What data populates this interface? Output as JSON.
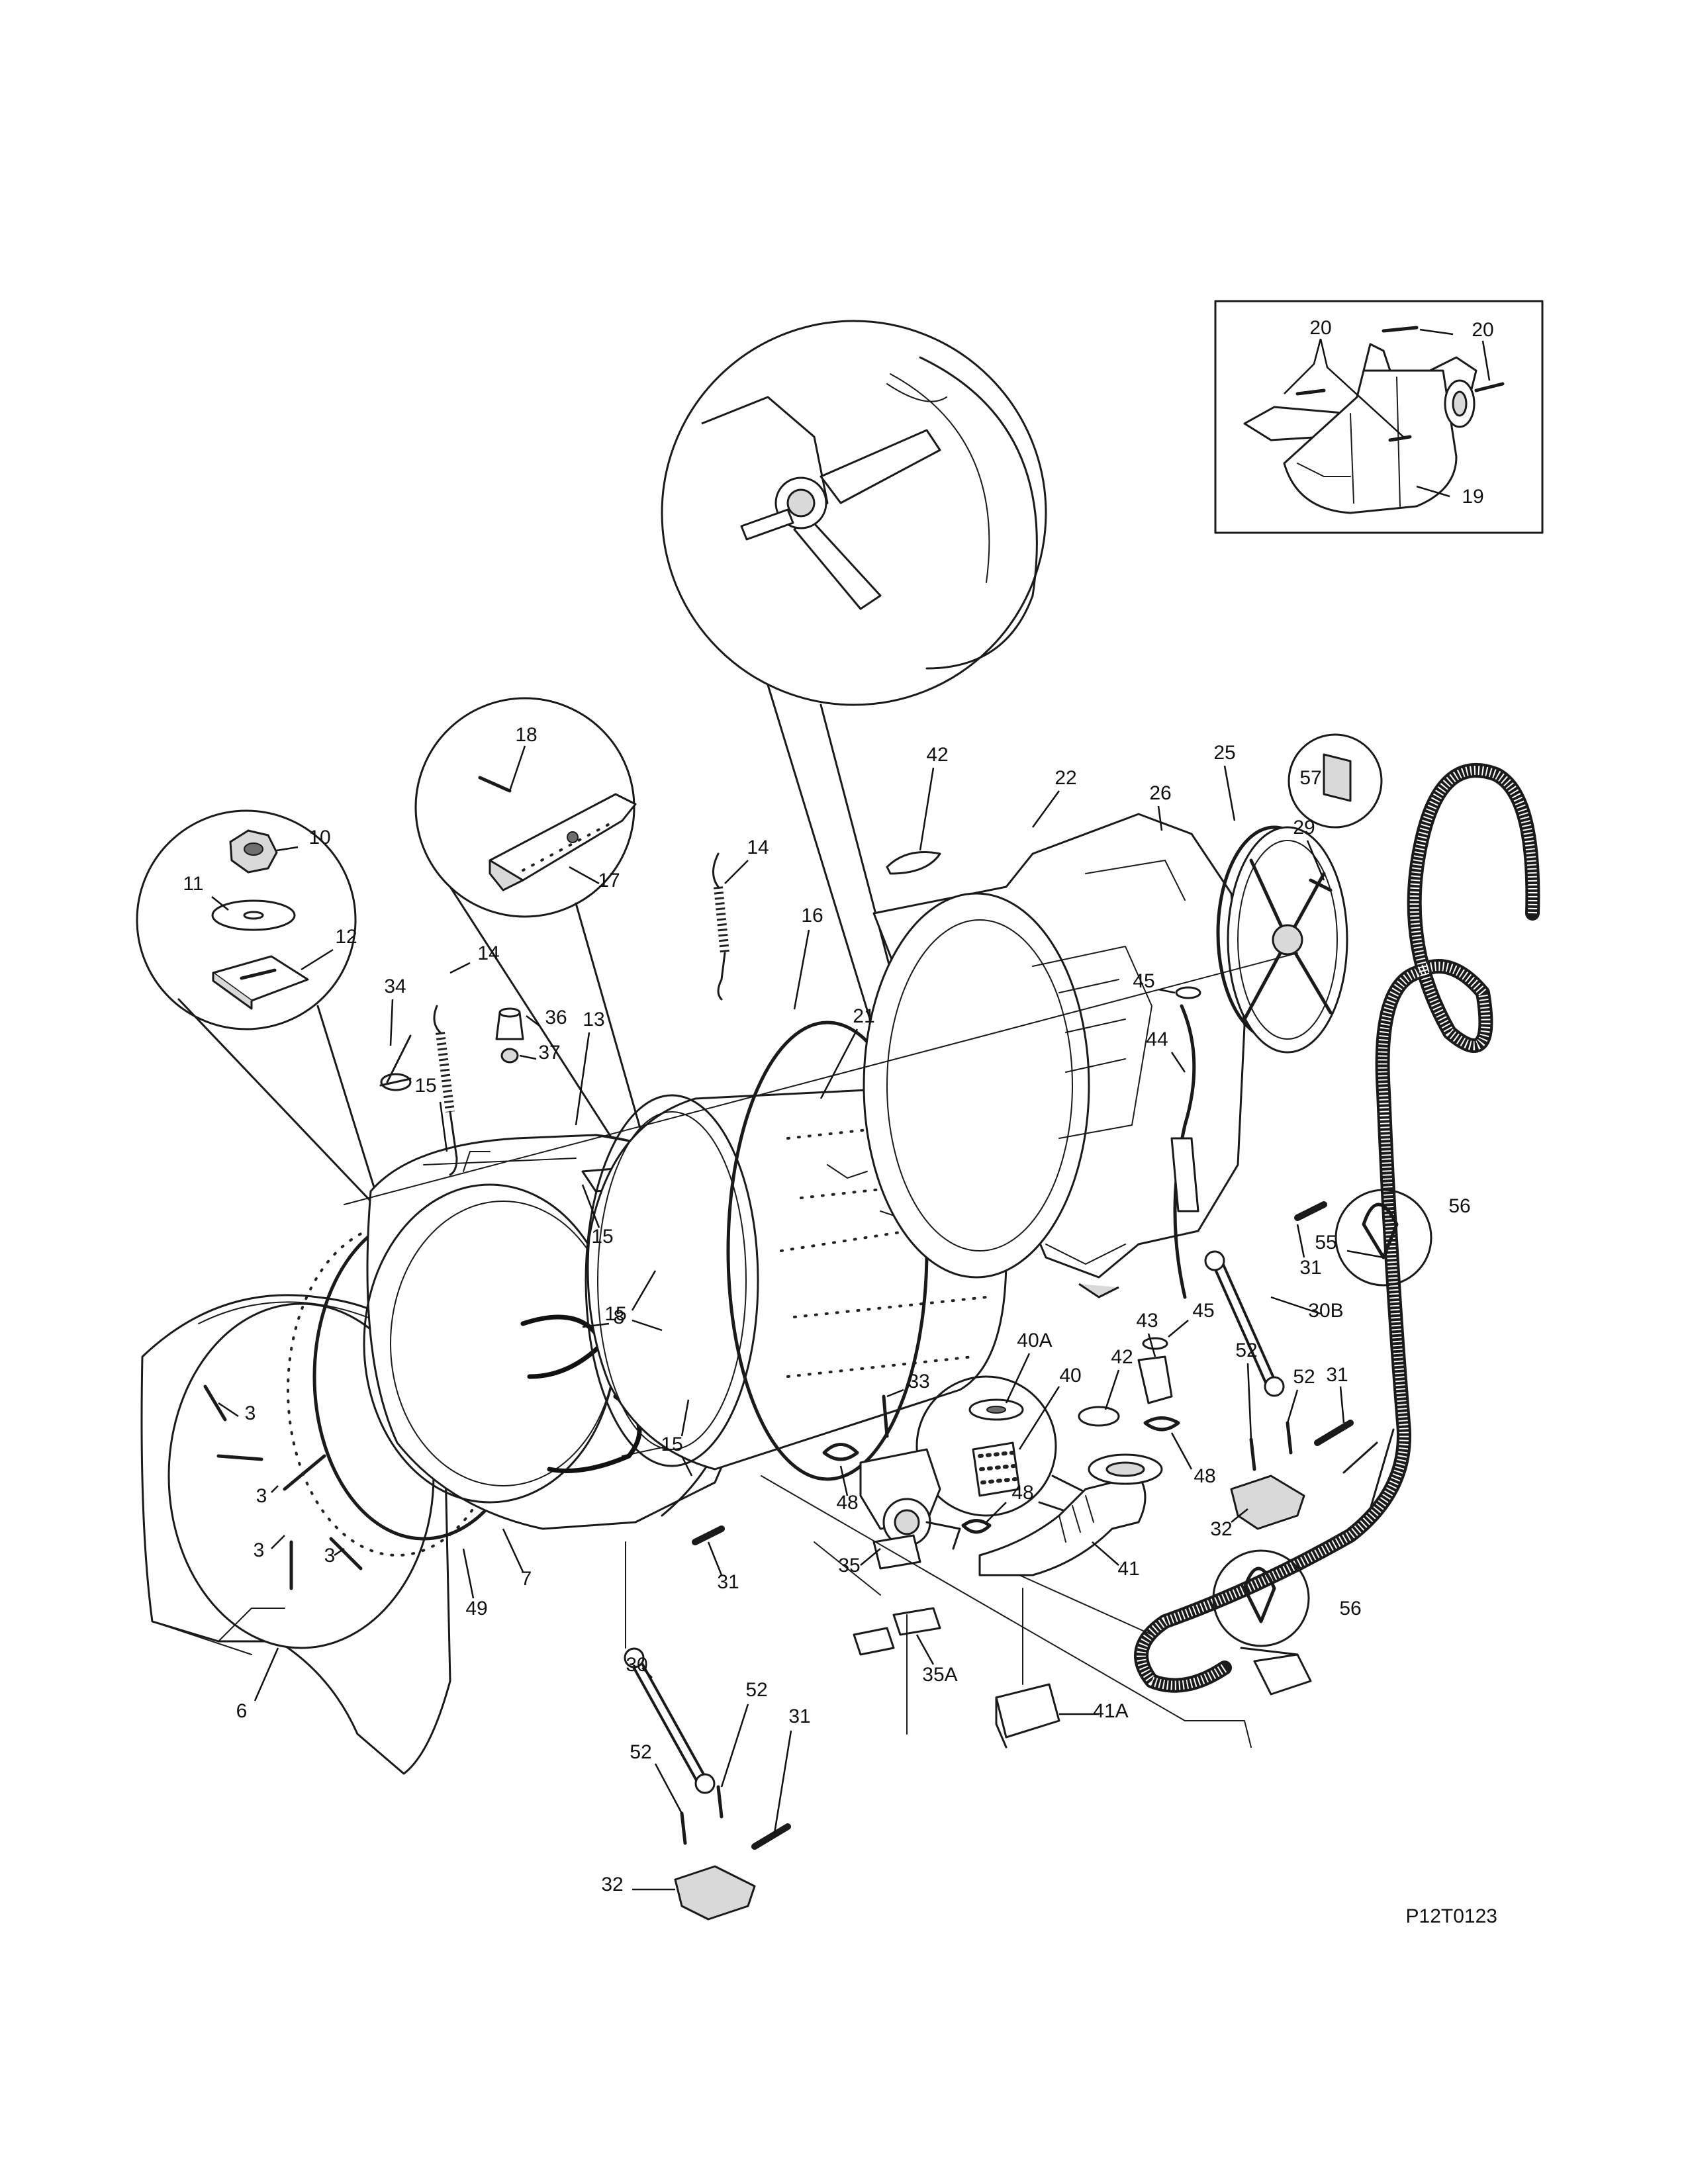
{
  "diagram_code": "P12T0123",
  "parts": [
    {
      "id": "p20a",
      "number": "20"
    },
    {
      "id": "p20b",
      "number": "20"
    },
    {
      "id": "p19",
      "number": "19"
    },
    {
      "id": "p18",
      "number": "18"
    },
    {
      "id": "p17",
      "number": "17"
    },
    {
      "id": "p10",
      "number": "10"
    },
    {
      "id": "p11",
      "number": "11"
    },
    {
      "id": "p12",
      "number": "12"
    },
    {
      "id": "p14a",
      "number": "14"
    },
    {
      "id": "p14b",
      "number": "14"
    },
    {
      "id": "p42a",
      "number": "42"
    },
    {
      "id": "p22",
      "number": "22"
    },
    {
      "id": "p26",
      "number": "26"
    },
    {
      "id": "p25",
      "number": "25"
    },
    {
      "id": "p57",
      "number": "57"
    },
    {
      "id": "p29",
      "number": "29"
    },
    {
      "id": "p16",
      "number": "16"
    },
    {
      "id": "p34",
      "number": "34"
    },
    {
      "id": "p36",
      "number": "36"
    },
    {
      "id": "p13",
      "number": "13"
    },
    {
      "id": "p37",
      "number": "37"
    },
    {
      "id": "p21",
      "number": "21"
    },
    {
      "id": "p45a",
      "number": "45"
    },
    {
      "id": "p44",
      "number": "44"
    },
    {
      "id": "p15a",
      "number": "15"
    },
    {
      "id": "p15b",
      "number": "15"
    },
    {
      "id": "p15c",
      "number": "15"
    },
    {
      "id": "p15d",
      "number": "15"
    },
    {
      "id": "p31a",
      "number": "31"
    },
    {
      "id": "p56a",
      "number": "56"
    },
    {
      "id": "p55",
      "number": "55"
    },
    {
      "id": "p8",
      "number": "8"
    },
    {
      "id": "p30b",
      "number": "30B"
    },
    {
      "id": "p43",
      "number": "43"
    },
    {
      "id": "p45b",
      "number": "45"
    },
    {
      "id": "p40a",
      "number": "40A"
    },
    {
      "id": "p42b",
      "number": "42"
    },
    {
      "id": "p40",
      "number": "40"
    },
    {
      "id": "p52a",
      "number": "52"
    },
    {
      "id": "p31b",
      "number": "31"
    },
    {
      "id": "p52b",
      "number": "52"
    },
    {
      "id": "p33",
      "number": "33"
    },
    {
      "id": "p3a",
      "number": "3"
    },
    {
      "id": "p3b",
      "number": "3"
    },
    {
      "id": "p3c",
      "number": "3"
    },
    {
      "id": "p3d",
      "number": "3"
    },
    {
      "id": "p48a",
      "number": "48"
    },
    {
      "id": "p48b",
      "number": "48"
    },
    {
      "id": "p48c",
      "number": "48"
    },
    {
      "id": "p32a",
      "number": "32"
    },
    {
      "id": "p41",
      "number": "41"
    },
    {
      "id": "p35",
      "number": "35"
    },
    {
      "id": "p7",
      "number": "7"
    },
    {
      "id": "p49",
      "number": "49"
    },
    {
      "id": "p31c",
      "number": "31"
    },
    {
      "id": "p56b",
      "number": "56"
    },
    {
      "id": "p6",
      "number": "6"
    },
    {
      "id": "p35a",
      "number": "35A"
    },
    {
      "id": "p30",
      "number": "30"
    },
    {
      "id": "p52c",
      "number": "52"
    },
    {
      "id": "p31d",
      "number": "31"
    },
    {
      "id": "p41a",
      "number": "41A"
    },
    {
      "id": "p52d",
      "number": "52"
    },
    {
      "id": "p32b",
      "number": "32"
    }
  ]
}
